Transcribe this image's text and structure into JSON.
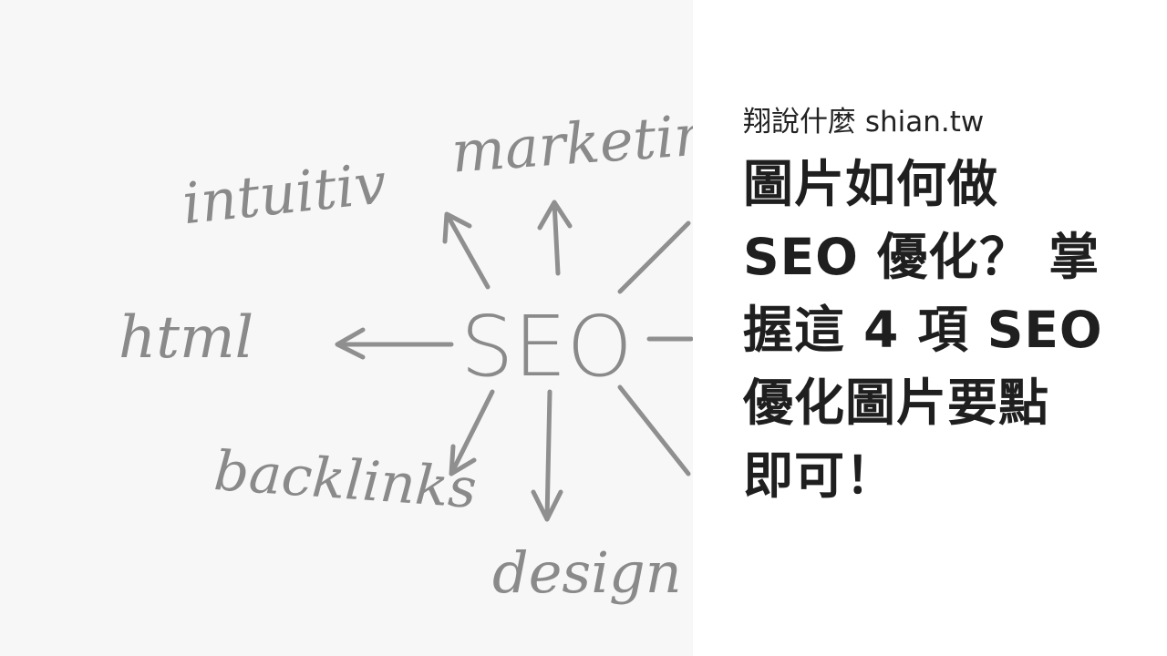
{
  "image": {
    "center_word": "SEO",
    "words": {
      "top_left": "intuitiv",
      "top": "marketing",
      "left": "html",
      "bottom_left": "backlinks",
      "bottom": "design"
    },
    "ink_color": "#8a8a8a"
  },
  "panel": {
    "site": "翔說什麼 shian.tw",
    "title_lines": [
      "圖片如何做",
      "SEO 優化？ 掌",
      "握這 4 項 SEO",
      "優化圖片要點",
      "即可！"
    ],
    "text_color": "#1f1f1f"
  }
}
